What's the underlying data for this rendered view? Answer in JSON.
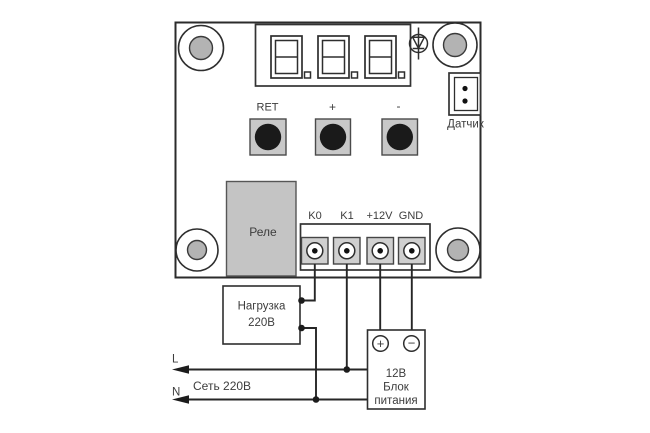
{
  "board": {
    "relay_label": "Реле",
    "sensor_label": "Датчик",
    "display": {
      "digit_count": 3,
      "state": "blank"
    },
    "buttons": [
      {
        "label": "RET"
      },
      {
        "label": "+"
      },
      {
        "label": "-"
      }
    ],
    "terminal_labels": [
      "K0",
      "K1",
      "+12V",
      "GND"
    ]
  },
  "external": {
    "load": {
      "line1": "Нагрузка",
      "line2": "220В"
    },
    "psu": {
      "plus_sign": "+",
      "minus_sign": "−",
      "line1": "12В",
      "line2": "Блок",
      "line3": "питания"
    },
    "mains": {
      "live_label": "L",
      "neutral_label": "N",
      "label": "Сеть 220В"
    }
  },
  "colors": {
    "background": "#ffffff",
    "line": "#2b2b2b",
    "text": "#3d3d3d",
    "relay_fill": "#c4c4c4",
    "button_fill": "#c8c8c8",
    "button_dot": "#1a1a1a",
    "terminal_fill": "#d0d0d0",
    "hole_fill": "#b3b3b3"
  }
}
